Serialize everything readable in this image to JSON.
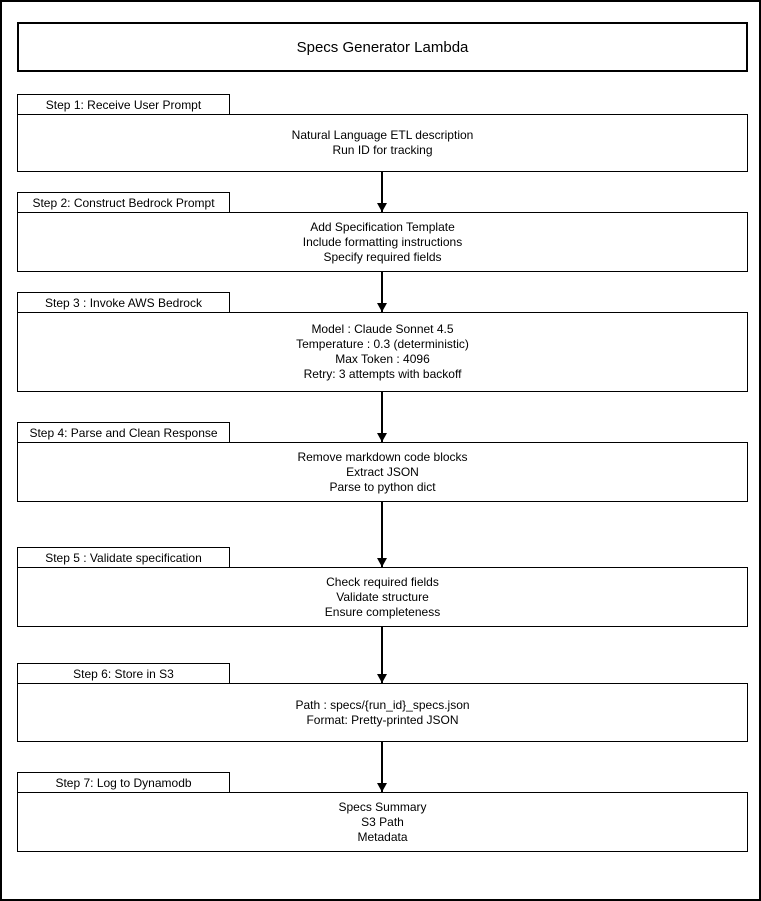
{
  "title": "Specs Generator Lambda",
  "colors": {
    "stroke": "#000000",
    "background": "#ffffff",
    "text": "#000000"
  },
  "steps": [
    {
      "label": "Step 1: Receive User Prompt",
      "lines": [
        "Natural Language ETL description",
        "Run ID for tracking"
      ]
    },
    {
      "label": "Step 2: Construct Bedrock Prompt",
      "lines": [
        "Add Specification Template",
        "Include formatting instructions",
        "Specify required fields"
      ]
    },
    {
      "label": "Step 3 : Invoke AWS Bedrock",
      "lines": [
        "Model : Claude Sonnet 4.5",
        "Temperature : 0.3 (deterministic)",
        "Max Token : 4096",
        "Retry: 3 attempts with backoff"
      ]
    },
    {
      "label": "Step 4: Parse and Clean Response",
      "lines": [
        "Remove markdown code blocks",
        "Extract JSON",
        "Parse to python dict"
      ]
    },
    {
      "label": "Step 5 : Validate specification",
      "lines": [
        "Check required fields",
        "Validate structure",
        "Ensure completeness"
      ]
    },
    {
      "label": "Step 6: Store in S3",
      "lines": [
        "Path : specs/{run_id}_specs.json",
        "Format: Pretty-printed JSON"
      ]
    },
    {
      "label": "Step 7: Log to Dynamodb",
      "lines": [
        "Specs Summary",
        "S3 Path",
        "Metadata"
      ]
    }
  ]
}
